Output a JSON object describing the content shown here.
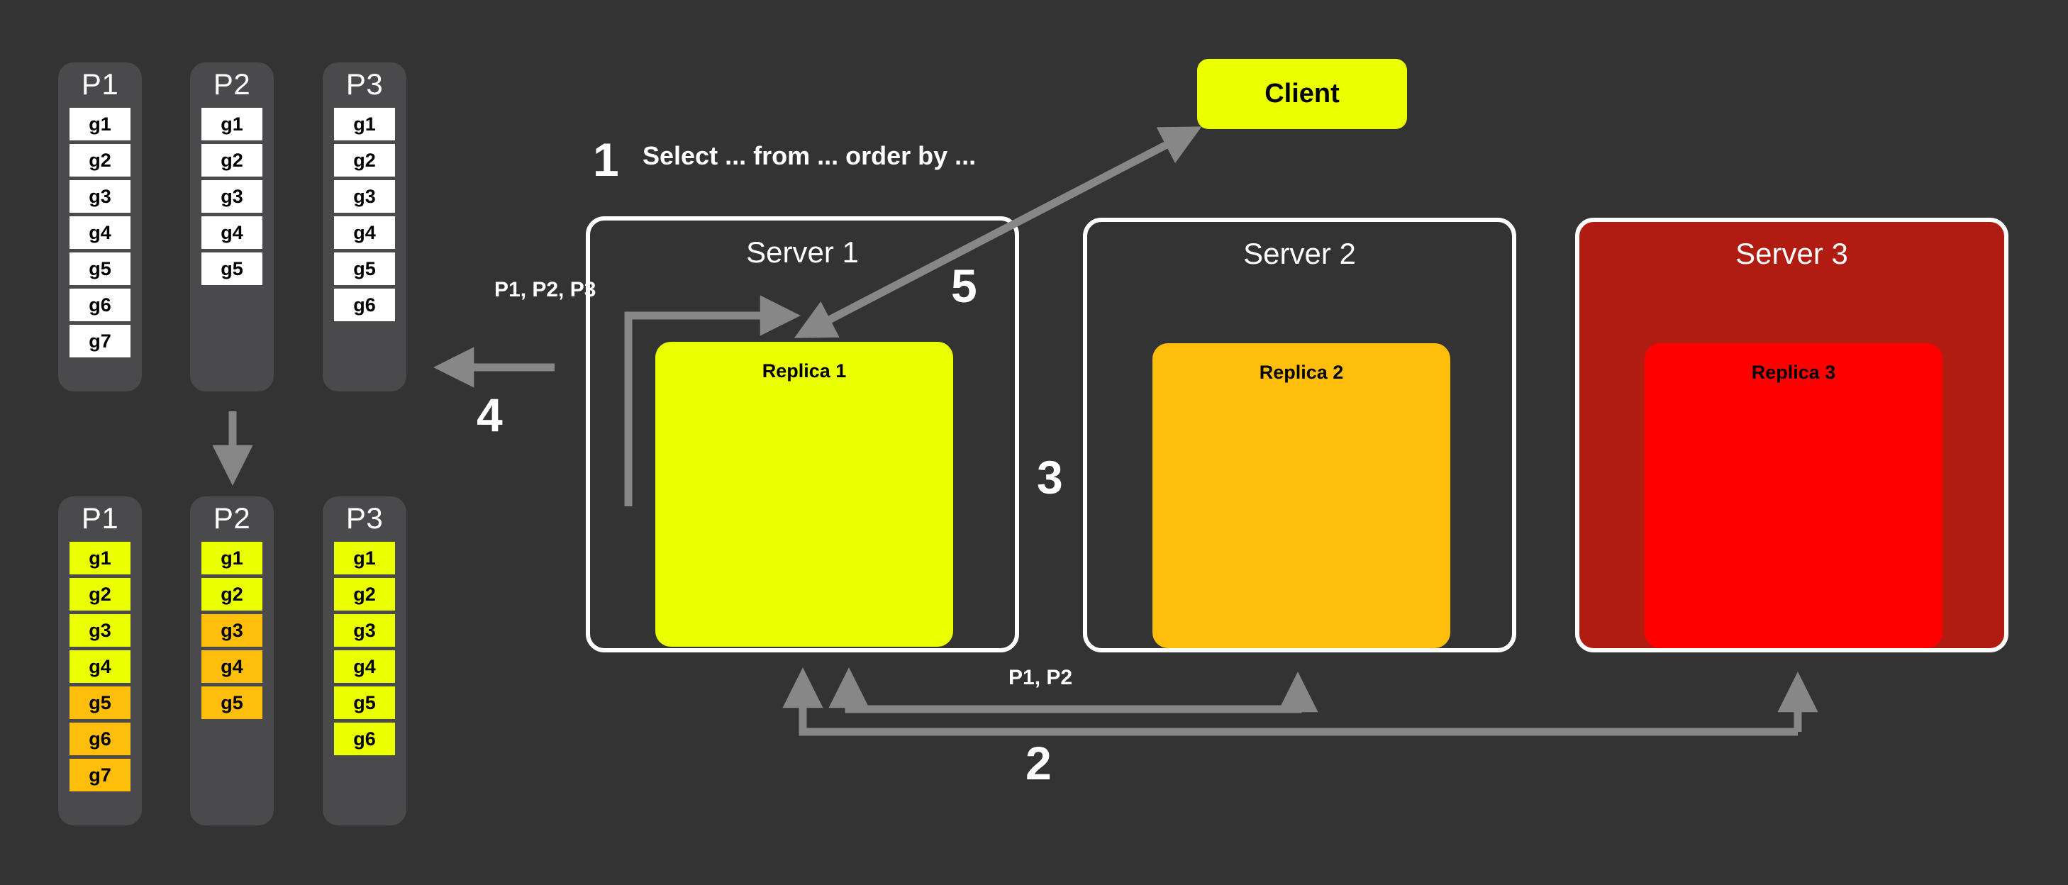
{
  "colors": {
    "background": "#333333",
    "panel_gray": "#4a4a4c",
    "white": "#ffffff",
    "yellow": "#eaff00",
    "orange": "#ffbe0b",
    "red_bright": "#ff0000",
    "red_dark": "#b01c12",
    "arrow_gray": "#878787"
  },
  "partitions_top": [
    {
      "title": "P1",
      "cells": [
        {
          "label": "g1",
          "color": "white"
        },
        {
          "label": "g2",
          "color": "white"
        },
        {
          "label": "g3",
          "color": "white"
        },
        {
          "label": "g4",
          "color": "white"
        },
        {
          "label": "g5",
          "color": "white"
        },
        {
          "label": "g6",
          "color": "white"
        },
        {
          "label": "g7",
          "color": "white"
        }
      ]
    },
    {
      "title": "P2",
      "cells": [
        {
          "label": "g1",
          "color": "white"
        },
        {
          "label": "g2",
          "color": "white"
        },
        {
          "label": "g3",
          "color": "white"
        },
        {
          "label": "g4",
          "color": "white"
        },
        {
          "label": "g5",
          "color": "white"
        }
      ]
    },
    {
      "title": "P3",
      "cells": [
        {
          "label": "g1",
          "color": "white"
        },
        {
          "label": "g2",
          "color": "white"
        },
        {
          "label": "g3",
          "color": "white"
        },
        {
          "label": "g4",
          "color": "white"
        },
        {
          "label": "g5",
          "color": "white"
        },
        {
          "label": "g6",
          "color": "white"
        }
      ]
    }
  ],
  "partitions_bottom": [
    {
      "title": "P1",
      "cells": [
        {
          "label": "g1",
          "color": "yellow"
        },
        {
          "label": "g2",
          "color": "yellow"
        },
        {
          "label": "g3",
          "color": "yellow"
        },
        {
          "label": "g4",
          "color": "yellow"
        },
        {
          "label": "g5",
          "color": "orange"
        },
        {
          "label": "g6",
          "color": "orange"
        },
        {
          "label": "g7",
          "color": "orange"
        }
      ]
    },
    {
      "title": "P2",
      "cells": [
        {
          "label": "g1",
          "color": "yellow"
        },
        {
          "label": "g2",
          "color": "yellow"
        },
        {
          "label": "g3",
          "color": "orange"
        },
        {
          "label": "g4",
          "color": "orange"
        },
        {
          "label": "g5",
          "color": "orange"
        }
      ]
    },
    {
      "title": "P3",
      "cells": [
        {
          "label": "g1",
          "color": "yellow"
        },
        {
          "label": "g2",
          "color": "yellow"
        },
        {
          "label": "g3",
          "color": "yellow"
        },
        {
          "label": "g4",
          "color": "yellow"
        },
        {
          "label": "g5",
          "color": "yellow"
        },
        {
          "label": "g6",
          "color": "yellow"
        }
      ]
    }
  ],
  "client": {
    "label": "Client"
  },
  "servers": [
    {
      "title": "Server 1",
      "replica": "Replica 1",
      "fill": "none",
      "replica_fill": "yellow"
    },
    {
      "title": "Server 2",
      "replica": "Replica 2",
      "fill": "none",
      "replica_fill": "orange"
    },
    {
      "title": "Server 3",
      "replica": "Replica 3",
      "fill": "red_dark",
      "replica_fill": "red_bright"
    }
  ],
  "steps": {
    "one": "1",
    "two": "2",
    "three": "3",
    "four": "4",
    "five": "5"
  },
  "labels": {
    "query": "Select ... from ... order by ...",
    "p1p2p3": "P1, P2, P3",
    "p1p2": "P1, P2"
  }
}
